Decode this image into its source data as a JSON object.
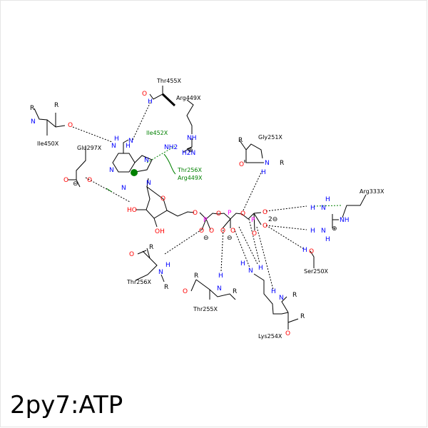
{
  "title": "2py7:ATP",
  "colors": {
    "carbon": "#000000",
    "nitrogen": "#0000ff",
    "oxygen": "#ff0000",
    "phosphorus": "#ff00ff",
    "hydrophobic": "#008000"
  },
  "residues": {
    "thr455": "Thr455X",
    "arg449a": "Arg449X",
    "ile452": "Ile452X",
    "ile450": "Ile450X",
    "glu297": "Glu297X",
    "thr256hyd": "Thr256X",
    "arg449hyd": "Arg449X",
    "gly251": "Gly251X",
    "arg333": "Arg333X",
    "ser250": "Ser250X",
    "thr256": "Thr256X",
    "thr255": "Thr255X",
    "lys254": "Lys254X"
  },
  "charges": {
    "plus": "⊕",
    "minus": "⊖",
    "two_minus": "2⊖"
  },
  "atoms": {
    "N": "N",
    "O": "O",
    "P": "P",
    "H": "H",
    "R": "R",
    "NH": "NH",
    "HN": "HN",
    "NH2": "NH2",
    "OH": "OH",
    "HO": "HO",
    "H2N": "H2N",
    "NHplus": "N+"
  }
}
